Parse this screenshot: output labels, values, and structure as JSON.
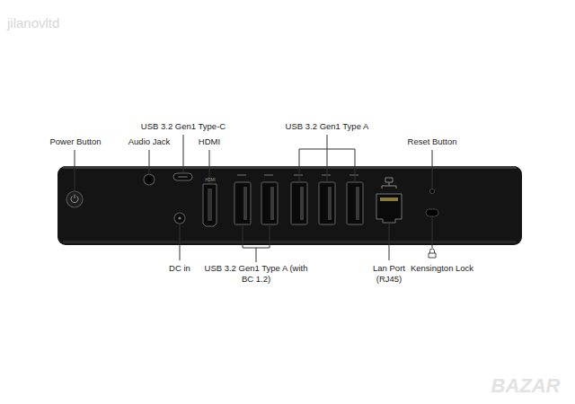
{
  "diagram": {
    "labels": [
      "jilanovltd",
      "Power Button",
      "Audio Jack",
      "USB 3.2 Gen1 Type-C",
      "HDMI",
      "USB 3.2 Gen1 Type A",
      "Reset Button",
      "HDMI",
      "DC in",
      "USB 3.2 Gen1 Type A (with BC 1.2)",
      "Lan Port (RJ45)",
      "Kensington Lock",
      "BAZAR"
    ]
  }
}
